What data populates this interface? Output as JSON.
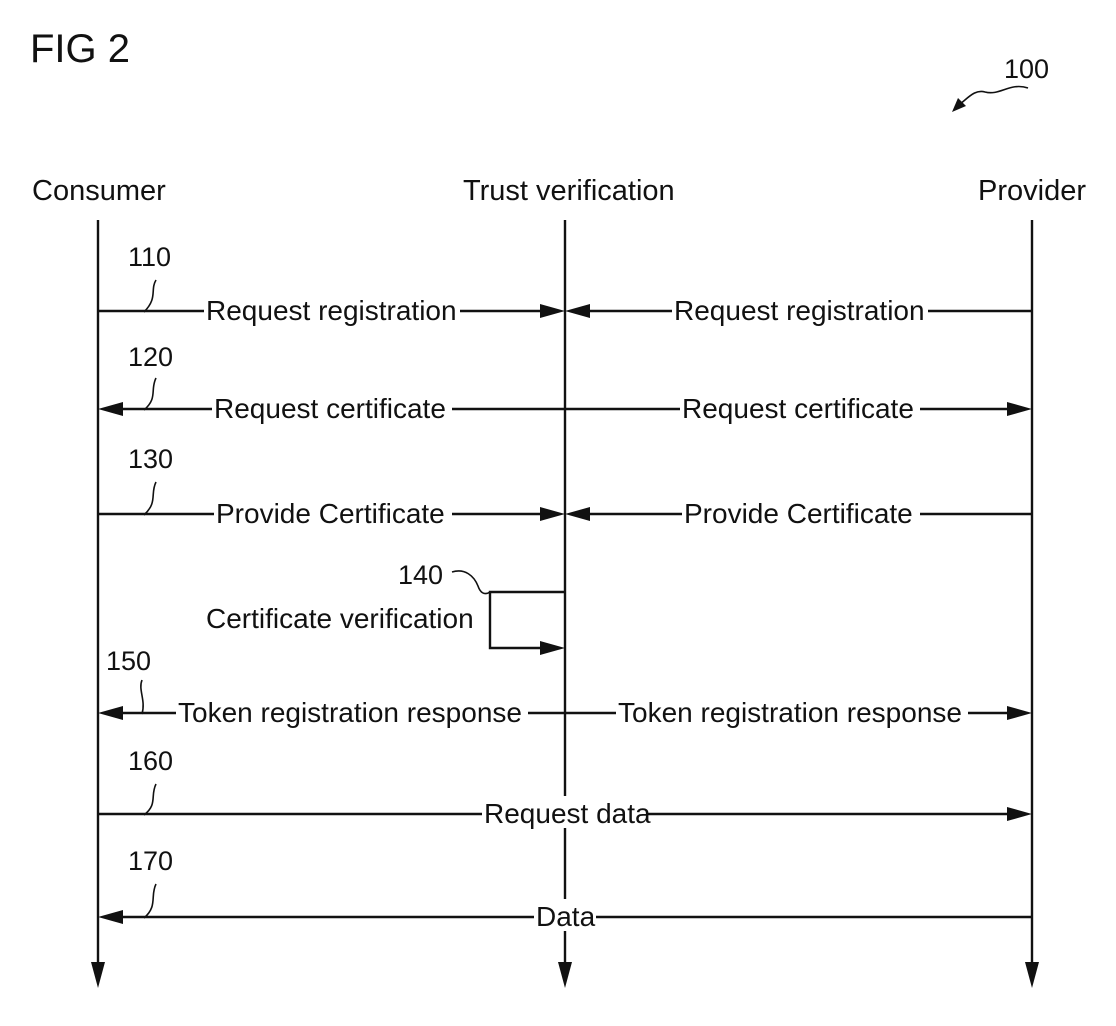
{
  "figure": {
    "title": "FIG 2",
    "ref": "100"
  },
  "actors": {
    "consumer": "Consumer",
    "trust": "Trust verification",
    "provider": "Provider"
  },
  "steps": {
    "s110": {
      "ref": "110",
      "left": "Request registration",
      "right": "Request registration"
    },
    "s120": {
      "ref": "120",
      "left": "Request certificate",
      "right": "Request certificate"
    },
    "s130": {
      "ref": "130",
      "left": "Provide Certificate",
      "right": "Provide Certificate"
    },
    "s140": {
      "ref": "140",
      "label": "Certificate verification"
    },
    "s150": {
      "ref": "150",
      "left": "Token registration response",
      "right": "Token registration response"
    },
    "s160": {
      "ref": "160",
      "label": "Request data"
    },
    "s170": {
      "ref": "170",
      "label": "Data"
    }
  }
}
